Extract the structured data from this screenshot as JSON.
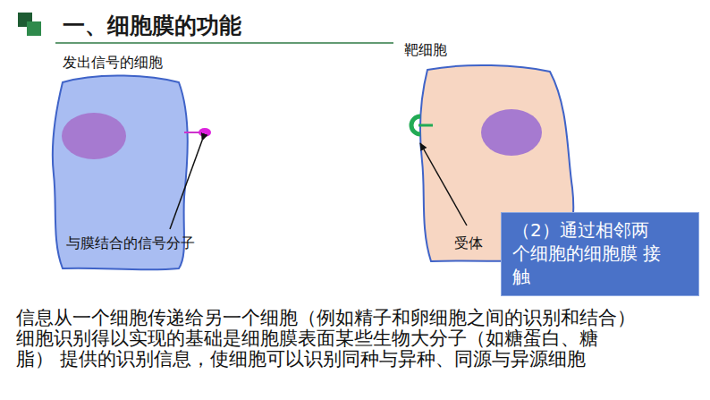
{
  "diagram": {
    "title": "一、细胞膜的功能",
    "nodes": [
      {
        "text": [
          "（2）通过相邻两 个细胞的细胞膜 接触"
        ]
      }
    ],
    "labels": [
      "发出信号的细胞",
      "靶细胞",
      "与膜结合的信号分子",
      "受体",
      "信息从一个细胞传递给另一个细胞（例如精子和卵细胞之间的识别和结合）",
      "细胞识别得以实现的基础是细胞膜表面某些生物大分子（如糖蛋白、糖脂） 提供的识别信息，使细胞可以识别同种与异种、同源与异源细胞"
    ]
  }
}
